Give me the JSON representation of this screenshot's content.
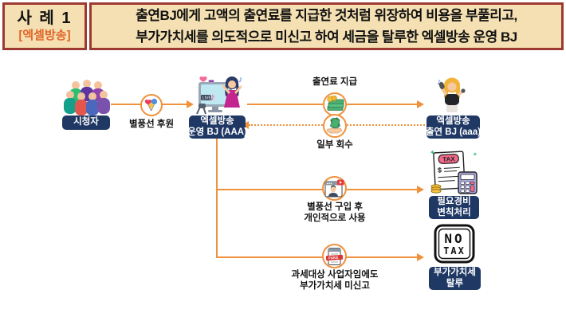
{
  "header": {
    "case_number": "사 례 1",
    "case_tag": "[엑셀방송]",
    "description_line1": "출연BJ에게 고액의 출연료를 지급한 것처럼 위장하여 비용을 부풀리고,",
    "description_line2": "부가가치세를 의도적으로 미신고 하여 세금을 탈루한 엑셀방송 운영 BJ"
  },
  "flow": {
    "viewers": "시청자",
    "donation": "별풍선 후원",
    "operator_line1": "엑셀방송",
    "operator_line2": "운영 BJ (AAA)",
    "fee_payment": "출연료 지급",
    "guest_line1": "엑셀방송",
    "guest_line2": "출연 BJ (aaa)",
    "partial_recovery": "일부 회수",
    "purchase_line1": "별풍선 구입 후",
    "purchase_line2": "개인적으로 사용",
    "expense_line1": "필요경비",
    "expense_line2": "변칙처리",
    "vat_line1": "과세대상 사업자임에도",
    "vat_line2": "부가가치세 미신고",
    "evasion_line1": "부가가치세",
    "evasion_line2": "탈루"
  },
  "icons": {
    "tax_stamp": "TAX",
    "fake_stamp": "FAKE",
    "live_badge": "LIVE",
    "no_tax_line1": "NO",
    "no_tax_line2": "TAX"
  },
  "colors": {
    "navy": "#203864",
    "arrow_orange": "#F0913C",
    "header_bg": "#F4E0B2",
    "header_border": "#9E3931",
    "case_tag_orange": "#E06629"
  }
}
